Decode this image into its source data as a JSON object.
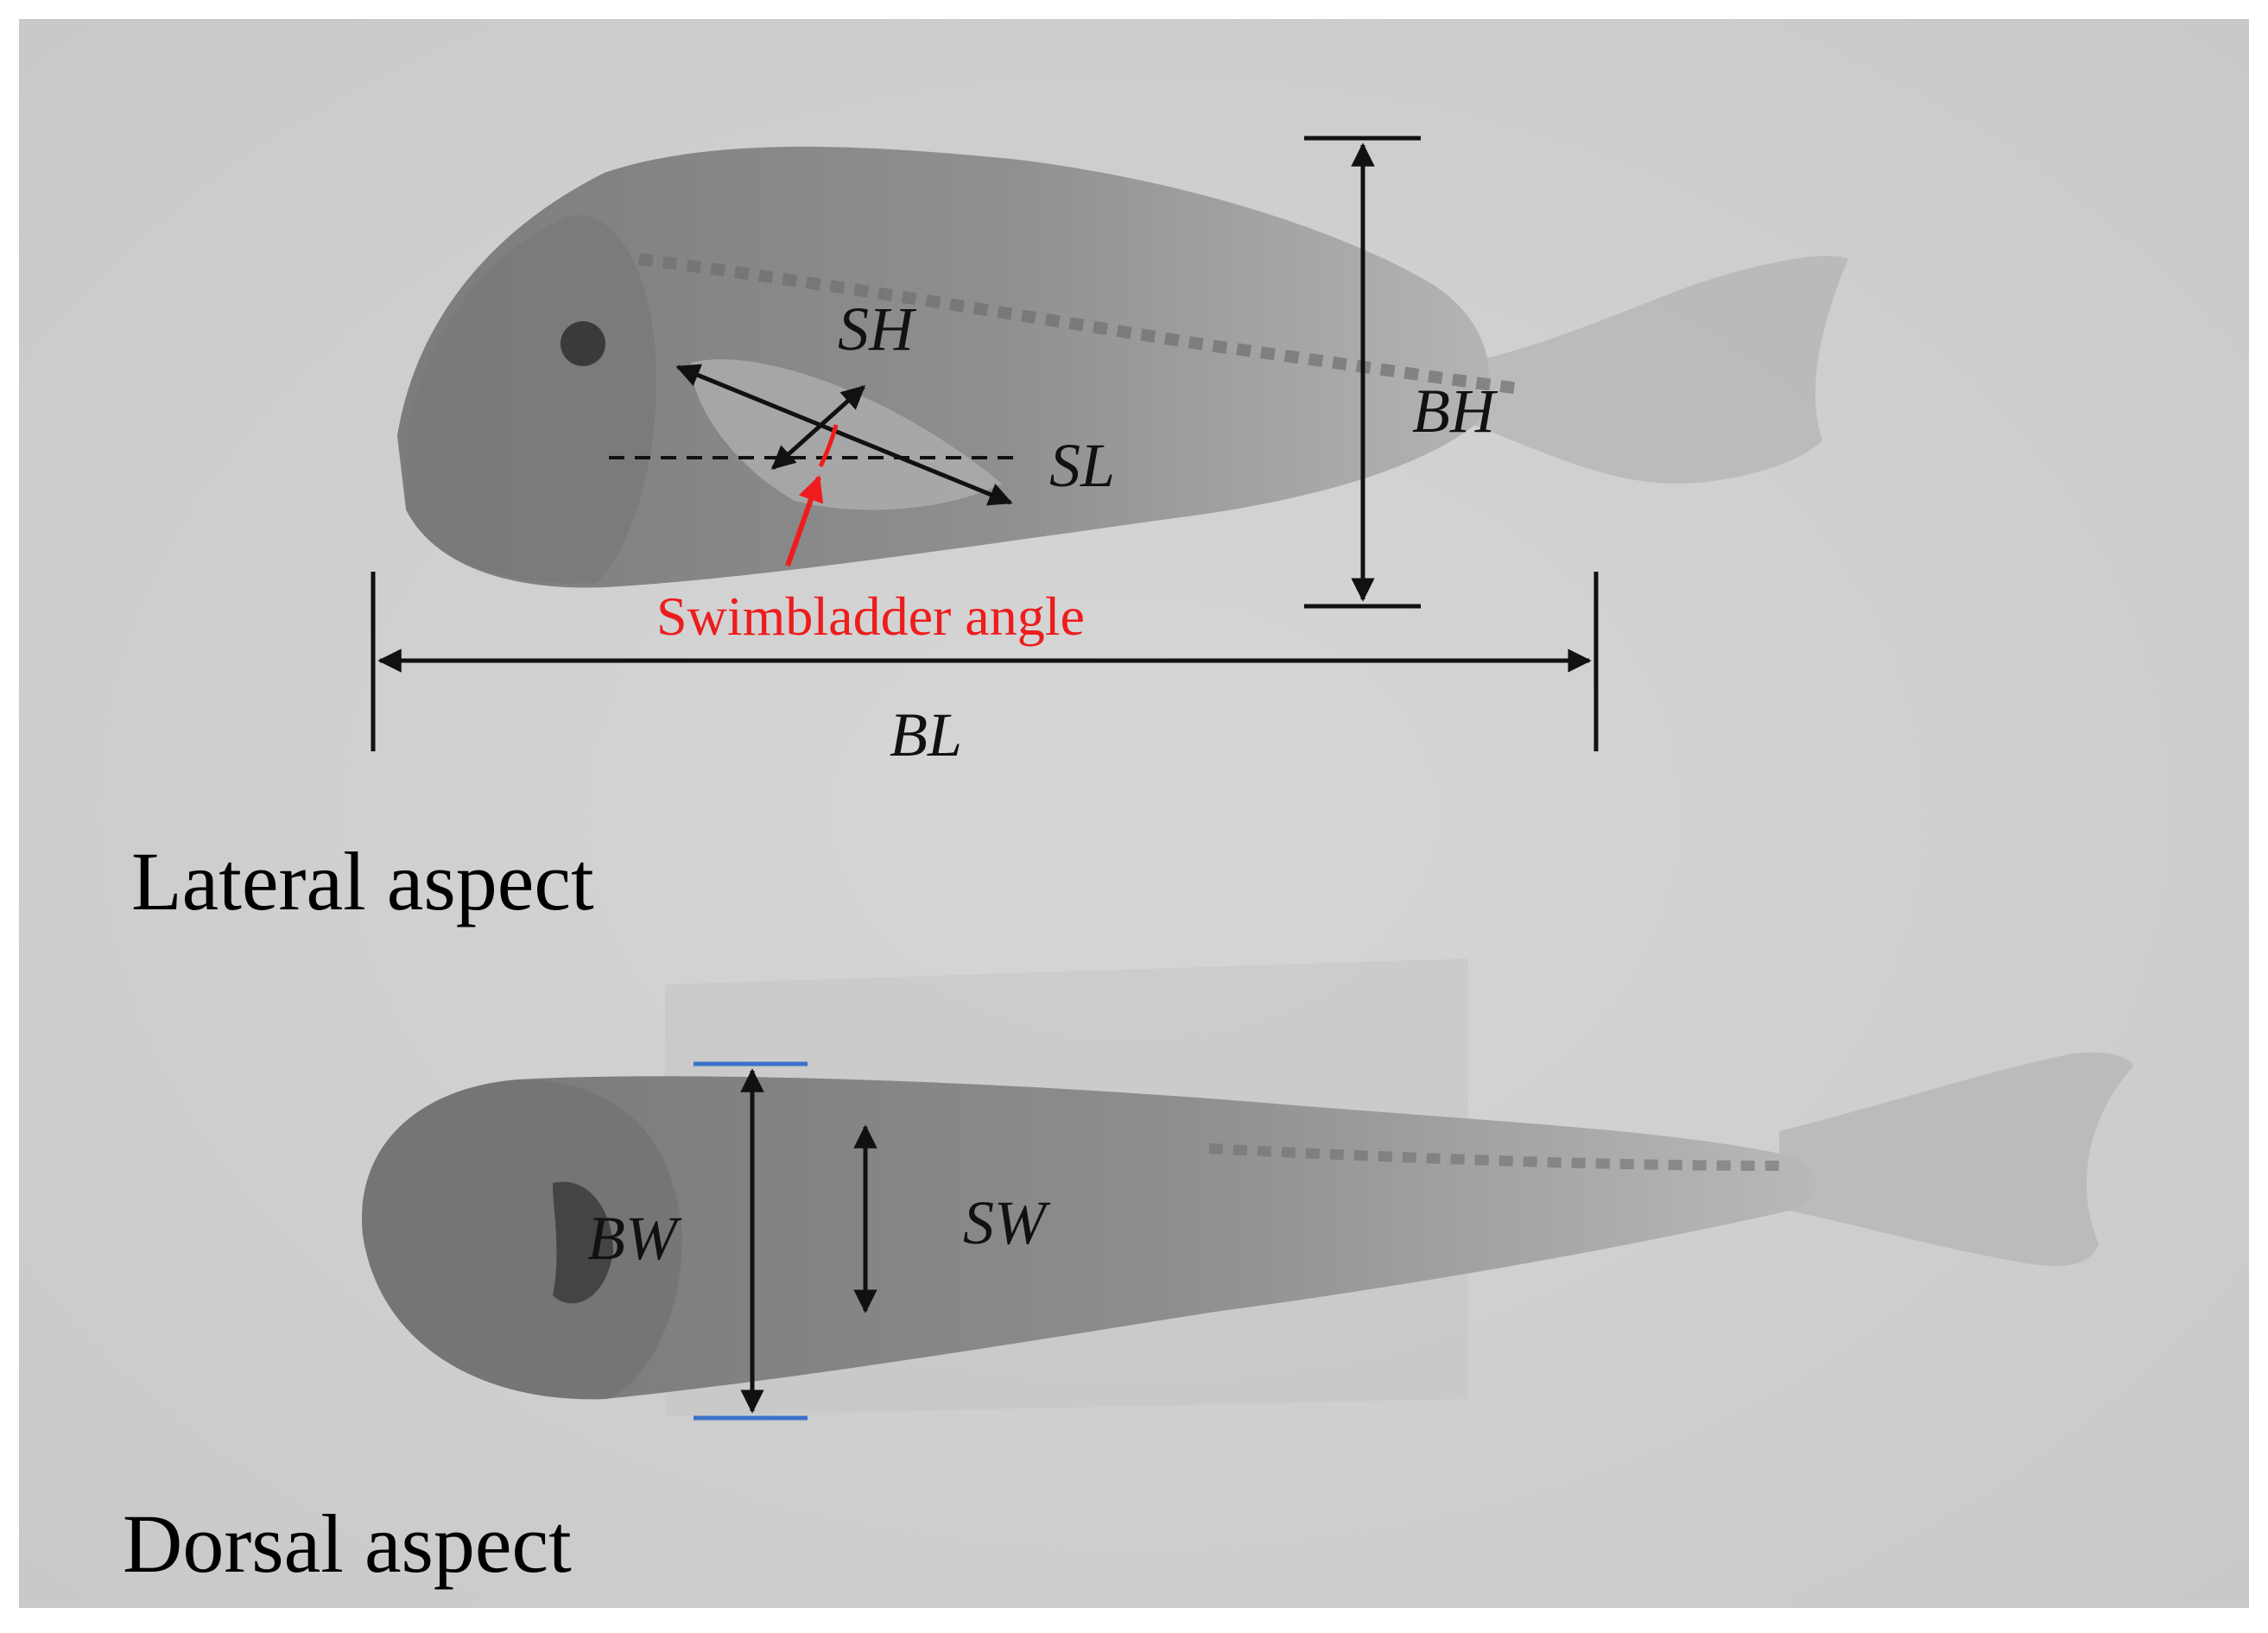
{
  "labels": {
    "SH": "SH",
    "SL": "SL",
    "BH": "BH",
    "BL": "BL",
    "BW": "BW",
    "SW": "SW",
    "swimbladder_angle": "Swimbladder angle",
    "lateral_aspect": "Lateral aspect",
    "dorsal_aspect": "Dorsal aspect"
  },
  "colors": {
    "background_frame": "#ffffff",
    "xray_background": "#d1d1d1",
    "arrow": "#111111",
    "angle_annotation": "#ee1c1c",
    "width_markers": "#3a73c9",
    "fish_body": "#8a8a8a"
  }
}
